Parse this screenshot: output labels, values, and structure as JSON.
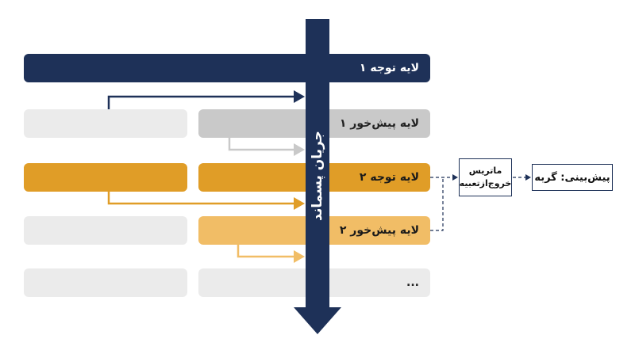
{
  "diagram": {
    "attention1_label": "لایه توجه ۱",
    "ffn1_label": "لایه پیش‌خور ۱",
    "attention2_label": "لایه توجه ۲",
    "ffn2_label": "لایه پیش‌خور ۲",
    "more_label": "...",
    "residual_stream_label": "جریان پسماند",
    "output_matrix_label": "ماتریس خروج‌ازتعبیه",
    "prediction_label": "پیش‌بینی: گربه"
  },
  "colors": {
    "navy": "#1e3158",
    "gray_light": "#ebebeb",
    "gray_mid": "#c9c9c9",
    "orange": "#e09d27",
    "orange_light": "#f1bd66"
  }
}
